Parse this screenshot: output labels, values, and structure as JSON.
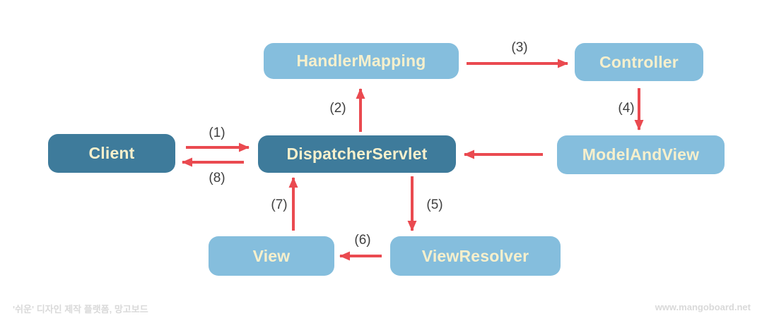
{
  "diagram": {
    "nodes": [
      {
        "id": "handler-mapping",
        "label": "HandlerMapping",
        "variant": "light"
      },
      {
        "id": "controller",
        "label": "Controller",
        "variant": "light"
      },
      {
        "id": "client",
        "label": "Client",
        "variant": "dark"
      },
      {
        "id": "dispatcher-servlet",
        "label": "DispatcherServlet",
        "variant": "dark"
      },
      {
        "id": "model-and-view",
        "label": "ModelAndView",
        "variant": "light"
      },
      {
        "id": "view",
        "label": "View",
        "variant": "light"
      },
      {
        "id": "view-resolver",
        "label": "ViewResolver",
        "variant": "light"
      }
    ],
    "edges": [
      {
        "label": "(1)",
        "from": "client",
        "to": "dispatcher-servlet"
      },
      {
        "label": "(2)",
        "from": "dispatcher-servlet",
        "to": "handler-mapping"
      },
      {
        "label": "(3)",
        "from": "handler-mapping",
        "to": "controller"
      },
      {
        "label": "(4)",
        "from": "controller",
        "to": "model-and-view"
      },
      {
        "label": "",
        "from": "model-and-view",
        "to": "dispatcher-servlet"
      },
      {
        "label": "(5)",
        "from": "dispatcher-servlet",
        "to": "view-resolver"
      },
      {
        "label": "(6)",
        "from": "view-resolver",
        "to": "view"
      },
      {
        "label": "(7)",
        "from": "view",
        "to": "dispatcher-servlet"
      },
      {
        "label": "(8)",
        "from": "dispatcher-servlet",
        "to": "client"
      }
    ],
    "colors": {
      "light_box": "#85bedd",
      "dark_box": "#3e7b9b",
      "box_text": "#f7f0cc",
      "arrow": "#ea4a50",
      "edge_label": "#3f3f3f",
      "watermark": "#d9d9d9"
    }
  },
  "footer": {
    "left": "'쉬운' 디자인 제작 플랫폼, 망고보드",
    "right": "www.mangoboard.net"
  }
}
